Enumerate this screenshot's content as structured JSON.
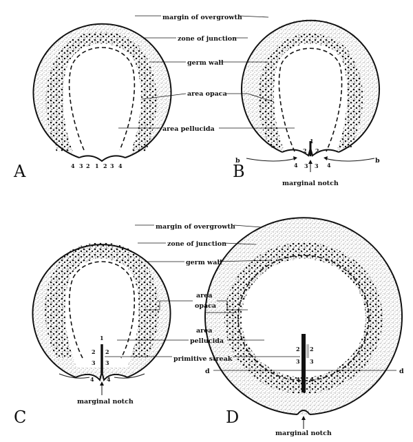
{
  "panels": [
    "A",
    "B",
    "C",
    "D"
  ],
  "labels": {
    "margin_of_overgrowth": "margin of overgrowth",
    "zone_of_junction": "zone of junction",
    "germ_wall": "germ wall",
    "area_opaca": "area opaca",
    "area_pellucida": "area pellucida",
    "area": "area",
    "opaca": "opaca",
    "pellucida": "pellucida",
    "primitive_streak": "primitive streak",
    "marginal_notch": "marginal notch"
  },
  "numbers": {
    "a_sequence": [
      "4",
      "3",
      "2",
      "1",
      "2",
      "3",
      "4"
    ],
    "streak": [
      "1",
      "2",
      "3",
      "4"
    ]
  },
  "section_letters": {
    "b": "b",
    "d": "d"
  }
}
